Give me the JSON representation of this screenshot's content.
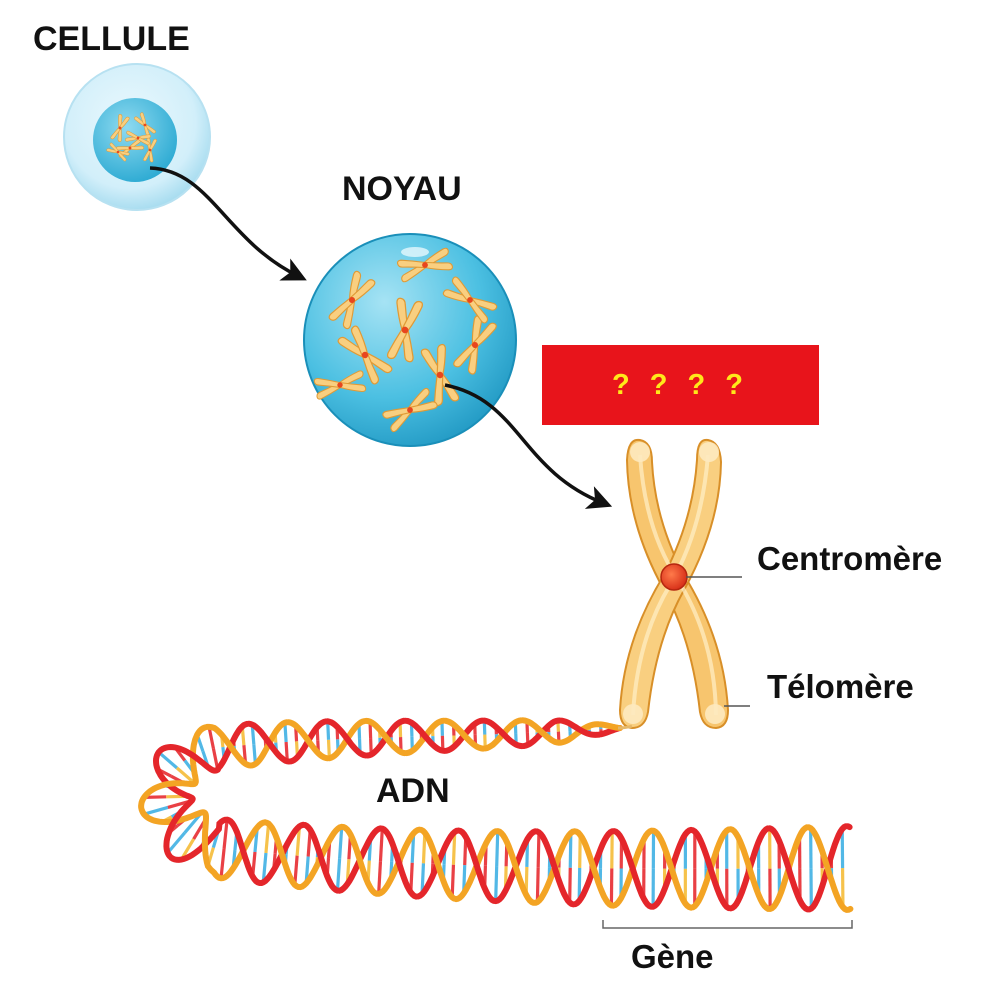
{
  "labels": {
    "cell": "CELLULE",
    "nucleus": "NOYAU",
    "centromere": "Centromère",
    "telomere": "Télomère",
    "dna": "ADN",
    "gene": "Gène"
  },
  "hidden_label": "? ? ? ?",
  "colors": {
    "banner_bg": "#e8141b",
    "banner_text": "#ffe81a",
    "chromosome": "#f4b95a",
    "chromosome_light": "#fde3a8",
    "centromere": "#e8461e",
    "nucleus": "#37b6d8",
    "cell_membrane": "#bfe7f5",
    "dna_strand_a": "#f3a424",
    "dna_strand_b": "#e4262b",
    "base_pair_red": "#e94045",
    "base_pair_blue": "#52b8e6",
    "base_pair_yellow": "#f6c24b",
    "arrow": "#111111"
  }
}
